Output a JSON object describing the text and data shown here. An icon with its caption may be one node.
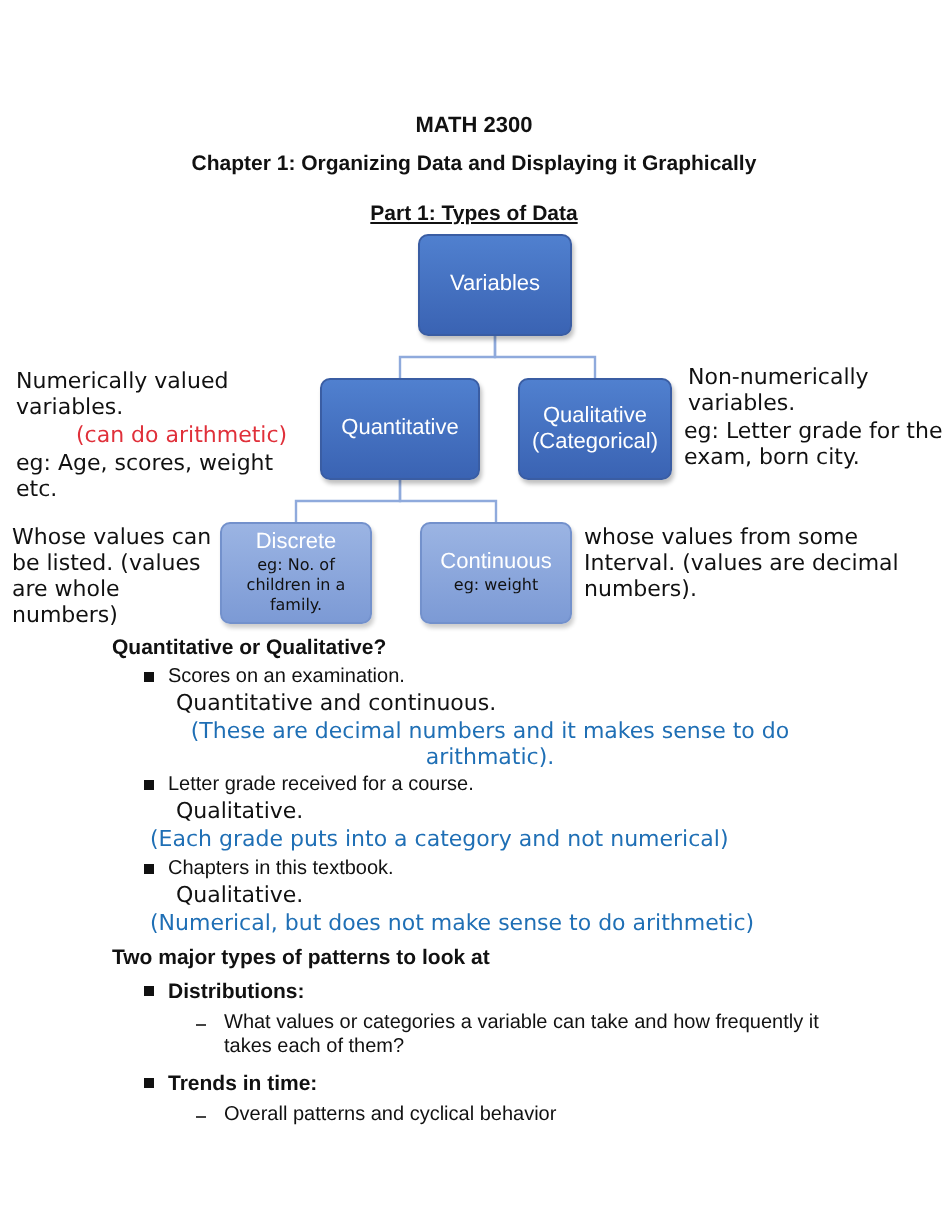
{
  "diagram": {
    "title": "MATH 2300",
    "nodes": [
      {
        "text": [
          "Variables"
        ]
      },
      {
        "text": [
          "Quantitative"
        ],
        "beside": [
          "Numerically valued variables.",
          "(can do arithmetic)",
          "eg: Age, scores, weight etc."
        ]
      },
      {
        "text": [
          "Qualitative (Categorical)"
        ],
        "beside": [
          "Non-numerically variables.",
          "eg: Letter grade for the exam, born city."
        ]
      },
      {
        "text": [
          "Discrete",
          "eg: No. of children in a family."
        ],
        "beside": [
          "Whose values can be listed. (values are whole numbers)"
        ]
      },
      {
        "text": [
          "Continuous",
          "eg: weight"
        ],
        "beside": [
          "whose values from some Interval. (values are decimal numbers)."
        ]
      }
    ],
    "edges": [
      {
        "from": 0,
        "to": 1,
        "arrow": "none"
      },
      {
        "from": 0,
        "to": 2,
        "arrow": "none"
      },
      {
        "from": 1,
        "to": 3,
        "arrow": "none"
      },
      {
        "from": 1,
        "to": 4,
        "arrow": "none"
      }
    ],
    "labels": [
      "Chapter 1: Organizing Data and Displaying it Graphically",
      "Part 1: Types of Data",
      "Quantitative or Qualitative?",
      "Scores on an examination.",
      "Quantitative and continuous.",
      "(These are decimal numbers and it makes sense to do arithmatic).",
      "Letter grade received for a course.",
      "Qualitative.",
      "(Each grade puts into a category and not numerical)",
      "Chapters in this textbook.",
      "Qualitative.",
      "(Numerical, but does not make sense to do arithmetic)",
      "Two major types of patterns to look at",
      "Distributions:",
      "What values or categories a variable can take and how frequently it takes each of them?",
      "Trends in time:",
      "Overall patterns and cyclical behavior"
    ]
  }
}
